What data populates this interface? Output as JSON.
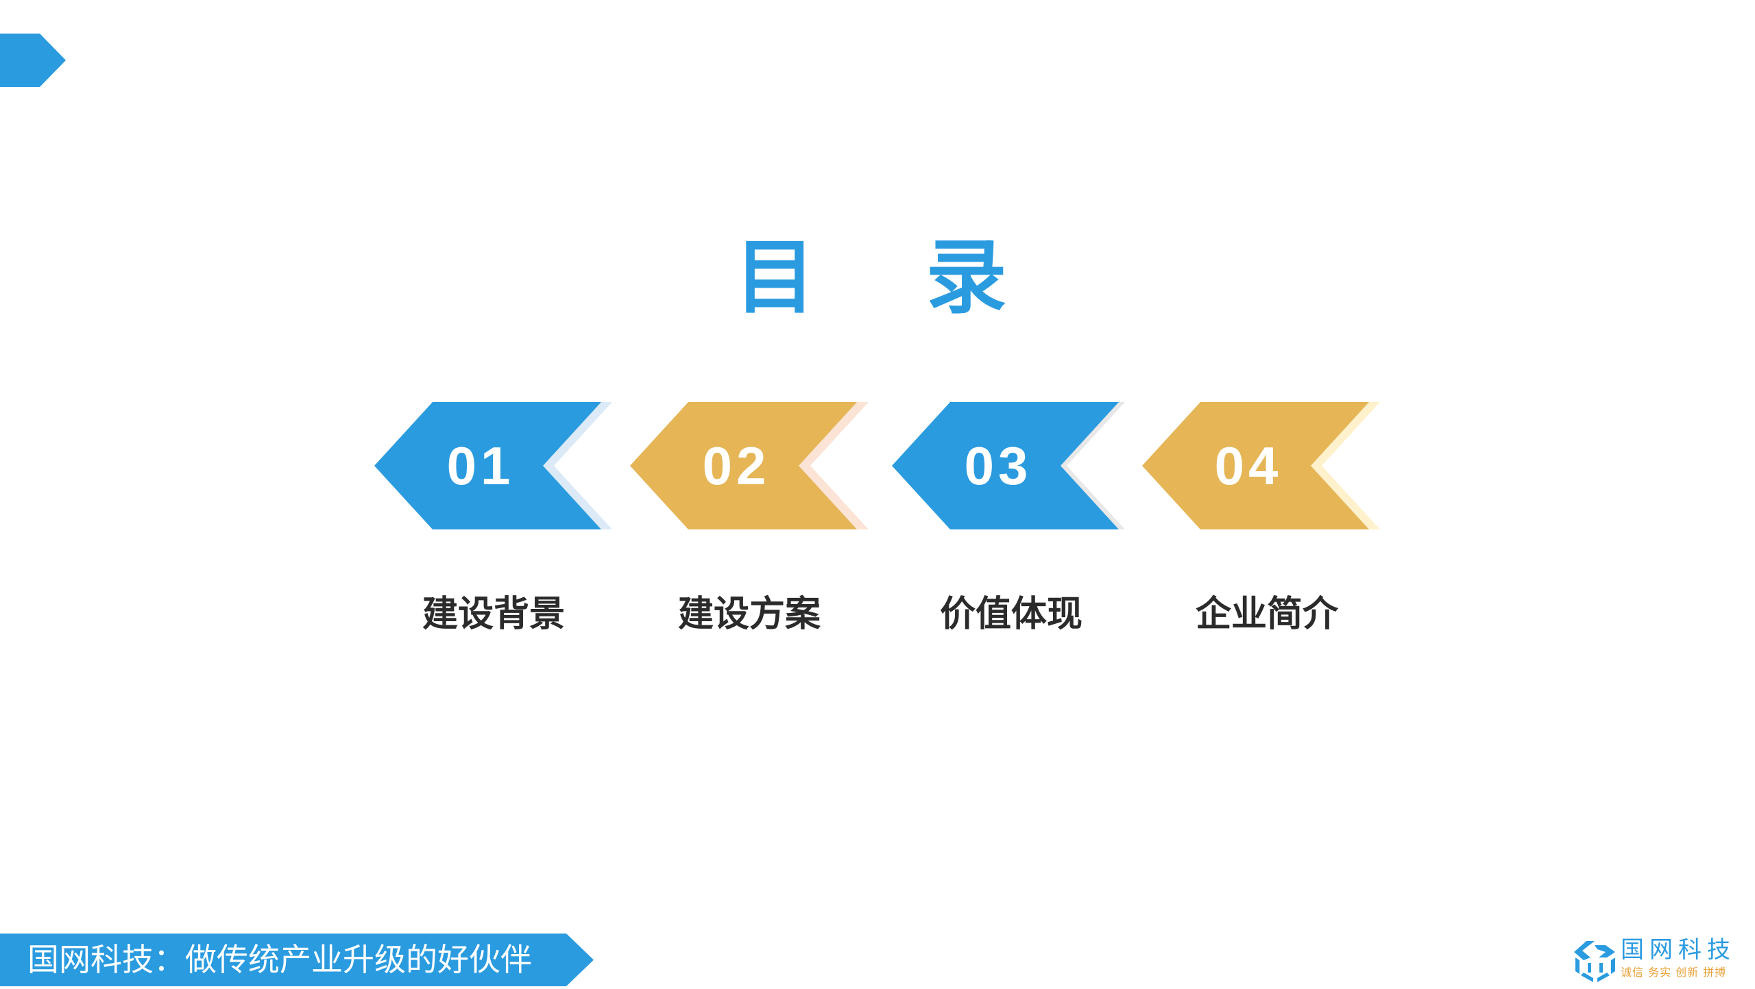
{
  "slide": {
    "title": "目 录",
    "colors": {
      "primary_blue": "#2B9BE0",
      "gold": "#E5B556",
      "label_text": "#2B2B2B",
      "tagline_orange": "#E8A23A"
    }
  },
  "toc": {
    "items": [
      {
        "number": "01",
        "label": "建设背景",
        "color": "#2B9BE0",
        "shadow": "#DCEAF7"
      },
      {
        "number": "02",
        "label": "建设方案",
        "color": "#E5B556",
        "shadow": "#FBE4D5"
      },
      {
        "number": "03",
        "label": "价值体现",
        "color": "#2B9BE0",
        "shadow": "#E8E8E8"
      },
      {
        "number": "04",
        "label": "企业简介",
        "color": "#E5B556",
        "shadow": "#FFF1CC"
      }
    ]
  },
  "footer": {
    "slogan": "国网科技：做传统产业升级的好伙伴"
  },
  "logo": {
    "icon": "cube-logo-icon",
    "name": "国网科技",
    "tagline": "诚信 务实 创新 拼搏"
  }
}
